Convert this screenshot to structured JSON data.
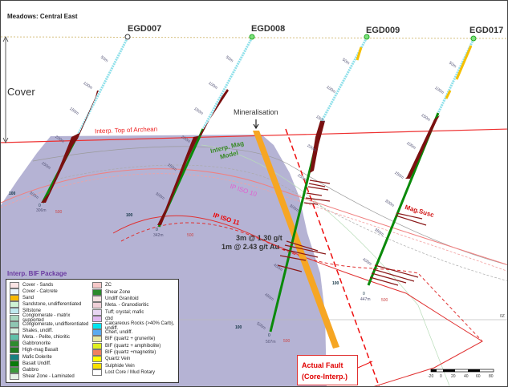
{
  "title": "Meadows: Central East",
  "holes": [
    {
      "id": "EGD007",
      "depths": [
        "50m",
        "100m",
        "150m",
        "200m",
        "250m",
        "300m"
      ],
      "end": "306m",
      "scale_min": "0",
      "scale_mid": "100",
      "scale_max": "500"
    },
    {
      "id": "EGD008",
      "depths": [
        "50m",
        "100m",
        "150m",
        "200m",
        "250m",
        "300m"
      ],
      "end": "342m",
      "scale_min": "0",
      "scale_mid": "100",
      "scale_max": "500"
    },
    {
      "id": "EGD009",
      "depths": [
        "50m",
        "100m",
        "150m",
        "200m",
        "250m",
        "300m",
        "350m",
        "400m",
        "450m",
        "500m"
      ],
      "end": "507m",
      "scale_min": "0",
      "scale_mid": "100",
      "scale_max": "500"
    },
    {
      "id": "EGD017",
      "depths": [
        "50m",
        "100m",
        "150m",
        "200m",
        "250m",
        "300m",
        "350m",
        "400m"
      ],
      "end": "447m",
      "scale_min": "0",
      "scale_mid": "100",
      "scale_max": "500"
    }
  ],
  "labels": {
    "cover": "Cover",
    "top_archean": "Interp. Top of Archean",
    "mineralisation": "Mineralisation",
    "mag_model_1": "Interp. Mag",
    "mag_model_2": "Model",
    "ip_iso_10": "IP ISO 10",
    "ip_iso_11": "IP ISO 11",
    "intercept_1": "3m @ 1.30 g/t",
    "intercept_2": "1m @ 2.43 g/t Au",
    "mag_susc": "Mag.Susc",
    "bif_package": "Interp. BIF Package",
    "fault_1": "Actual Fault",
    "fault_2": "(Core-Interp.)",
    "axis_tag": "0Z"
  },
  "scale_bar": [
    "-20",
    "0",
    "20",
    "40",
    "60",
    "80"
  ],
  "legend": {
    "left": [
      {
        "label": "Cover - Sands",
        "color": "#fbe4e4"
      },
      {
        "label": "Cover - Calcrete",
        "color": "#e8f4fb"
      },
      {
        "label": "Sand",
        "color": "#f6b800"
      },
      {
        "label": "Sandstone, undifferentiated",
        "color": "#cdf3d4"
      },
      {
        "label": "Siltstone",
        "color": "#bfe9ee"
      },
      {
        "label": "Conglomerate - matrix supported",
        "color": "#a9d8c0"
      },
      {
        "label": "Conglomerate, undifferentiated",
        "color": "#8fc6b3"
      },
      {
        "label": "Shales, undiff.",
        "color": "#d4eede"
      },
      {
        "label": "Meta. - Pelite, chloritic",
        "color": "#5fc0a8"
      },
      {
        "label": "Gabbronorite",
        "color": "#2e8b2e"
      },
      {
        "label": "High-mag Basalt",
        "color": "#1f7a1f"
      },
      {
        "label": "Mafic Dolerite",
        "color": "#178080"
      },
      {
        "label": "Basalt Undiff.",
        "color": "#0a7a0a"
      },
      {
        "label": "Gabbro",
        "color": "#3a9a3a"
      },
      {
        "label": "Shear Zone - Laminated",
        "color": "#e6f2e6"
      }
    ],
    "right": [
      {
        "label": "ZC",
        "color": "#f6c8c8"
      },
      {
        "label": "Shear Zone",
        "color": "#2a8a2a"
      },
      {
        "label": "Undiff Granitoid",
        "color": "#f3e0e0"
      },
      {
        "label": "Meta. - Granodioritic",
        "color": "#f0d0d8"
      },
      {
        "label": "Tuff; crystal; mafic",
        "color": "#e8d6f2"
      },
      {
        "label": "cbd",
        "color": "#e0b8f0"
      },
      {
        "label": "Calcareous Rocks (>40% Carb), undiff.",
        "color": "#00e5f0"
      },
      {
        "label": "Chert, undiff.",
        "color": "#5aaaf0"
      },
      {
        "label": "BIF (quartz + grunerite)",
        "color": "#e8e8a0"
      },
      {
        "label": "BIF (quartz + amphibolite)",
        "color": "#e0f020"
      },
      {
        "label": "BIF (quartz +magnetite)",
        "color": "#f08060"
      },
      {
        "label": "Quartz Vein",
        "color": "#ffff00"
      },
      {
        "label": "Sulphide Vein",
        "color": "#f8e000"
      },
      {
        "label": "Lost Core / Mud Rotary",
        "color": "#ffffff"
      }
    ]
  },
  "colors": {
    "bif": "#a8a6cc",
    "archean_line": "#ee3030",
    "mineralisation": "#f6a623",
    "fault": "#ee1010",
    "mag_model": "#3a8a28",
    "ip10": "#e060d0",
    "ip11": "#ee0000"
  }
}
